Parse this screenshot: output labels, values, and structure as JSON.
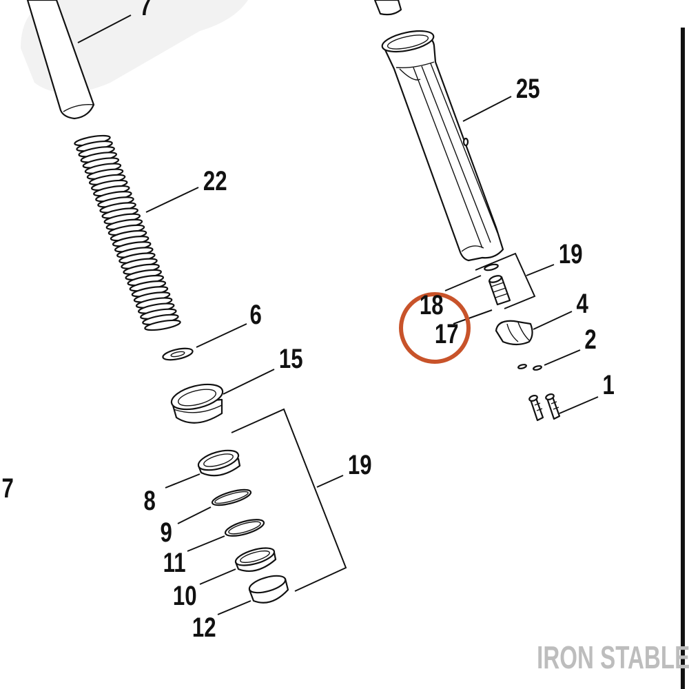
{
  "diagram": {
    "labels": {
      "l7_top": "7",
      "l25": "25",
      "l22": "22",
      "l19_right": "19",
      "l18": "18",
      "l4": "4",
      "l17": "17",
      "l2": "2",
      "l6": "6",
      "l15": "15",
      "l1": "1",
      "l19_bottom": "19",
      "l7_left": "7",
      "l8": "8",
      "l9": "9",
      "l11": "11",
      "l10": "10",
      "l12": "12"
    },
    "brand": "IRON STABLE",
    "colors": {
      "line": "#111111",
      "highlight_circle": "#c8532a",
      "watermark_text": "#bdbdbd",
      "watermark_shape": "#f2f2f2",
      "background": "#ffffff"
    }
  }
}
